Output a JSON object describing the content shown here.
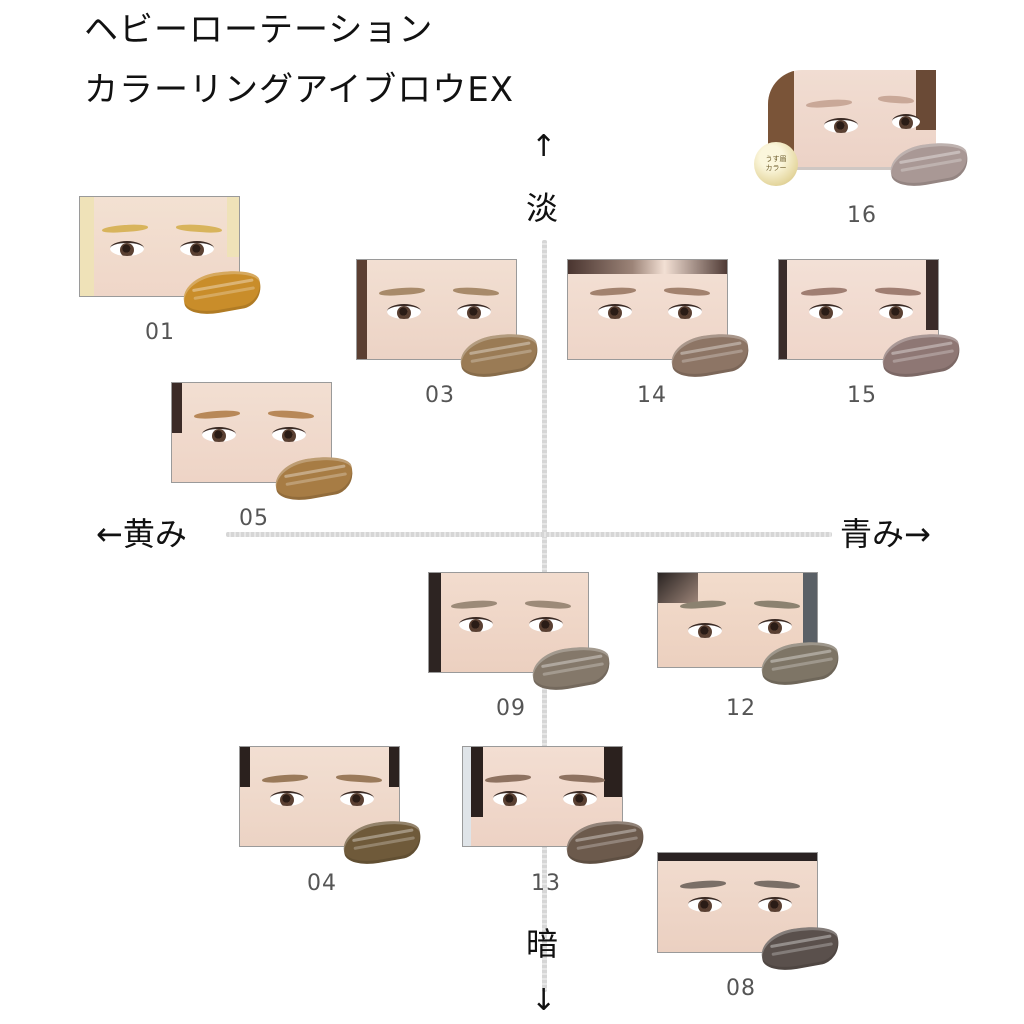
{
  "header": {
    "title_line1": "ヘビーローテーション",
    "title_line2": "カラーリングアイブロウEX"
  },
  "axes": {
    "top": {
      "arrow": "↑",
      "label": "淡"
    },
    "bottom": {
      "arrow": "↓",
      "label": "暗"
    },
    "left": {
      "label": "←黄み"
    },
    "right": {
      "label": "青み→"
    }
  },
  "badge": {
    "line1": "うす眉",
    "line2": "カラー"
  },
  "colors": {
    "axis": "#d9d9d9",
    "number_text": "#555555",
    "card_border": "#9a9a9a"
  },
  "shades": [
    {
      "id": "01",
      "label": "01",
      "brow": "#d8b45c",
      "swatch": "#c98d2a",
      "hair": "#efe2b8",
      "quadrant": "light-yellow"
    },
    {
      "id": "03",
      "label": "03",
      "brow": "#a88a6a",
      "swatch": "#9a7b55",
      "hair": "#5b3f32",
      "quadrant": "light-yellow"
    },
    {
      "id": "14",
      "label": "14",
      "brow": "#a2826e",
      "swatch": "#8d7565",
      "hair": "#4a3530",
      "quadrant": "light-blue"
    },
    {
      "id": "15",
      "label": "15",
      "brow": "#a07e72",
      "swatch": "#8e7774",
      "hair": "#3a2c2a",
      "quadrant": "light-blue"
    },
    {
      "id": "16",
      "label": "16",
      "brow": "#b8958a",
      "swatch": "#a99895",
      "hair": "#7a5438",
      "quadrant": "light-blue",
      "tag": "うす眉カラー"
    },
    {
      "id": "05",
      "label": "05",
      "brow": "#b88858",
      "swatch": "#a77c44",
      "hair": "#3b2b27",
      "quadrant": "light-yellow"
    },
    {
      "id": "09",
      "label": "09",
      "brow": "#9c8a78",
      "swatch": "#84786a",
      "hair": "#2d2422",
      "quadrant": "dark-yellow"
    },
    {
      "id": "12",
      "label": "12",
      "brow": "#8c8270",
      "swatch": "#7e7566",
      "hair": "#2a2422",
      "quadrant": "dark-blue"
    },
    {
      "id": "04",
      "label": "04",
      "brow": "#9a7a5a",
      "swatch": "#6f5a3a",
      "hair": "#2b211e",
      "quadrant": "dark-yellow"
    },
    {
      "id": "13",
      "label": "13",
      "brow": "#8e7260",
      "swatch": "#6c5a4c",
      "hair": "#2b211e",
      "quadrant": "dark-yellow"
    },
    {
      "id": "08",
      "label": "08",
      "brow": "#7a6e66",
      "swatch": "#5a504c",
      "hair": "#2a2222",
      "quadrant": "dark-blue"
    }
  ]
}
